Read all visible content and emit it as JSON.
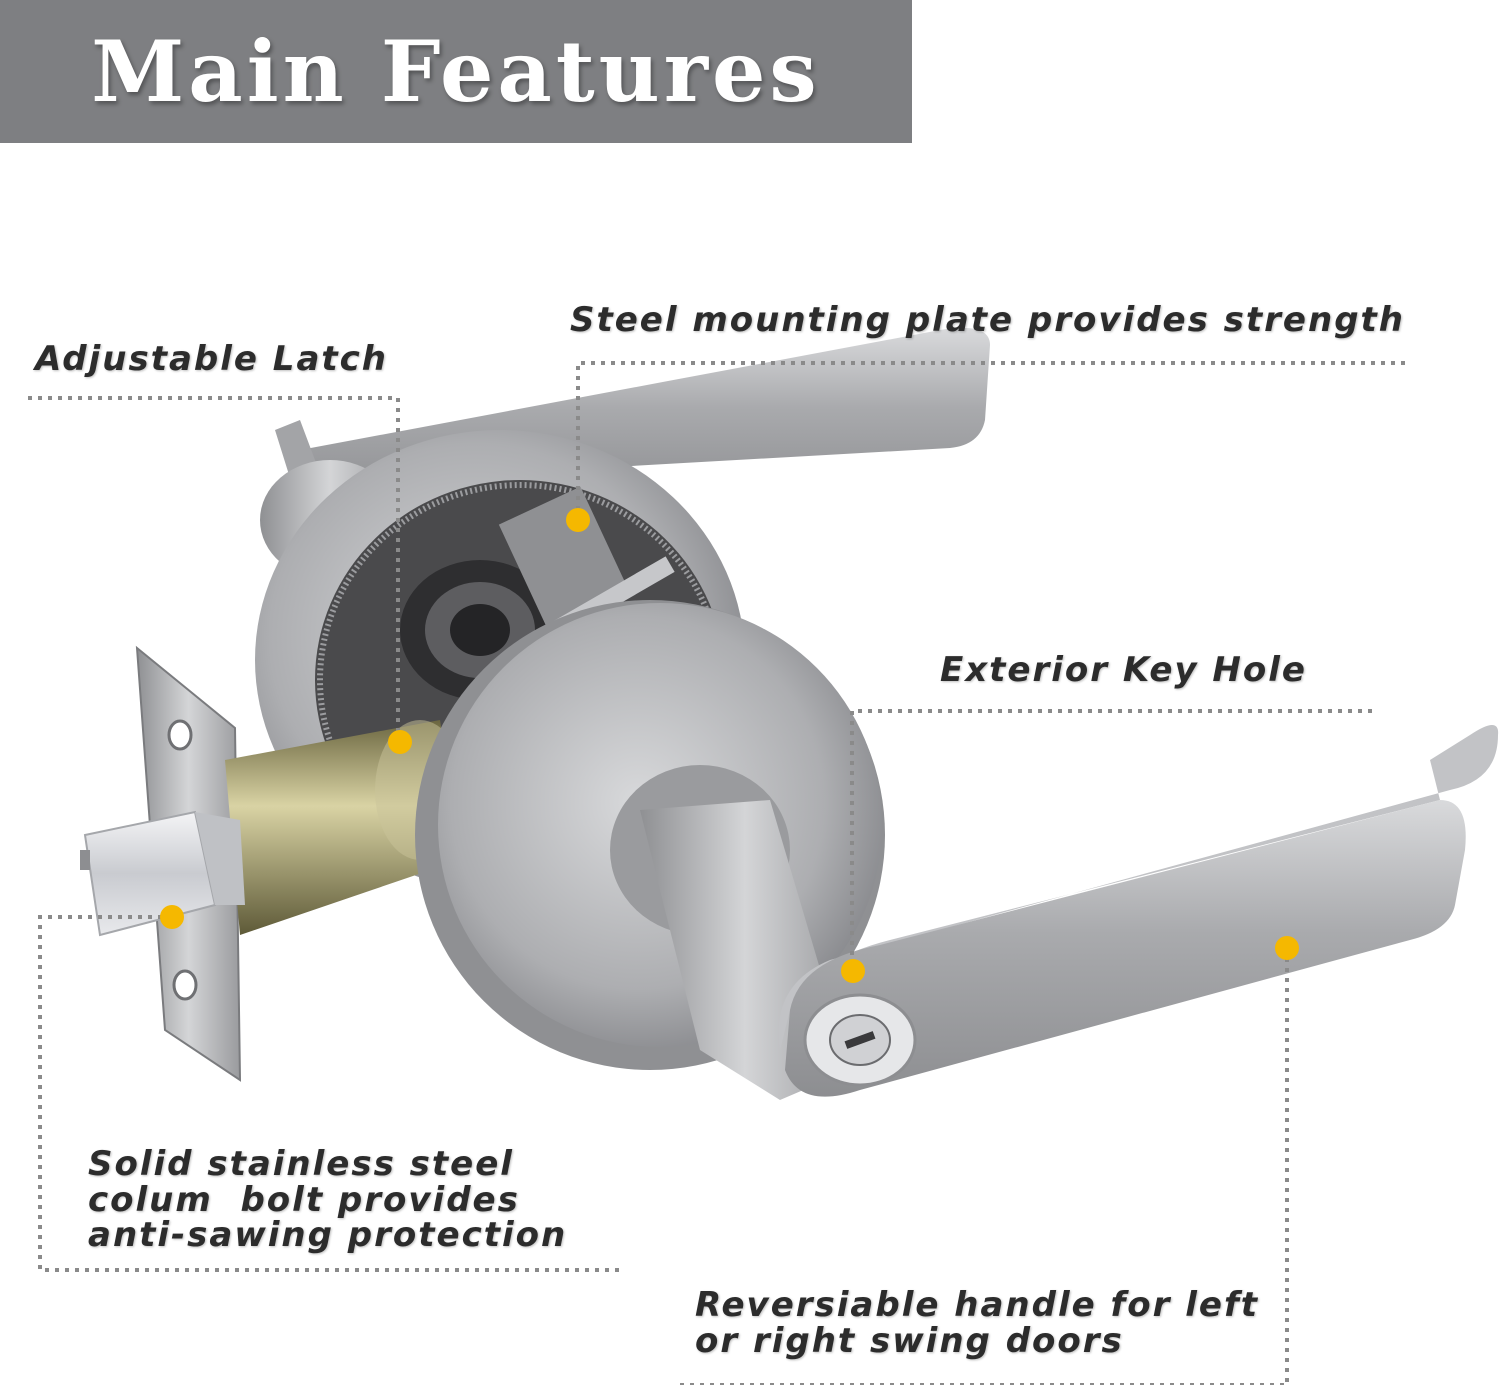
{
  "title": "Main Features",
  "colors": {
    "banner": "#7e7f82",
    "marker": "#f5b800",
    "leader": "#8a8a8a",
    "metal": "#b9babd"
  },
  "features": {
    "adjustable_latch": "Adjustable Latch",
    "mounting_plate": "Steel mounting plate provides strength",
    "key_hole": "Exterior Key Hole",
    "bolt": [
      "Solid stainless steel",
      "colum  bolt provides",
      "anti-sawing protection"
    ],
    "handle": [
      "Reversiable handle for left",
      "or right swing doors"
    ]
  }
}
